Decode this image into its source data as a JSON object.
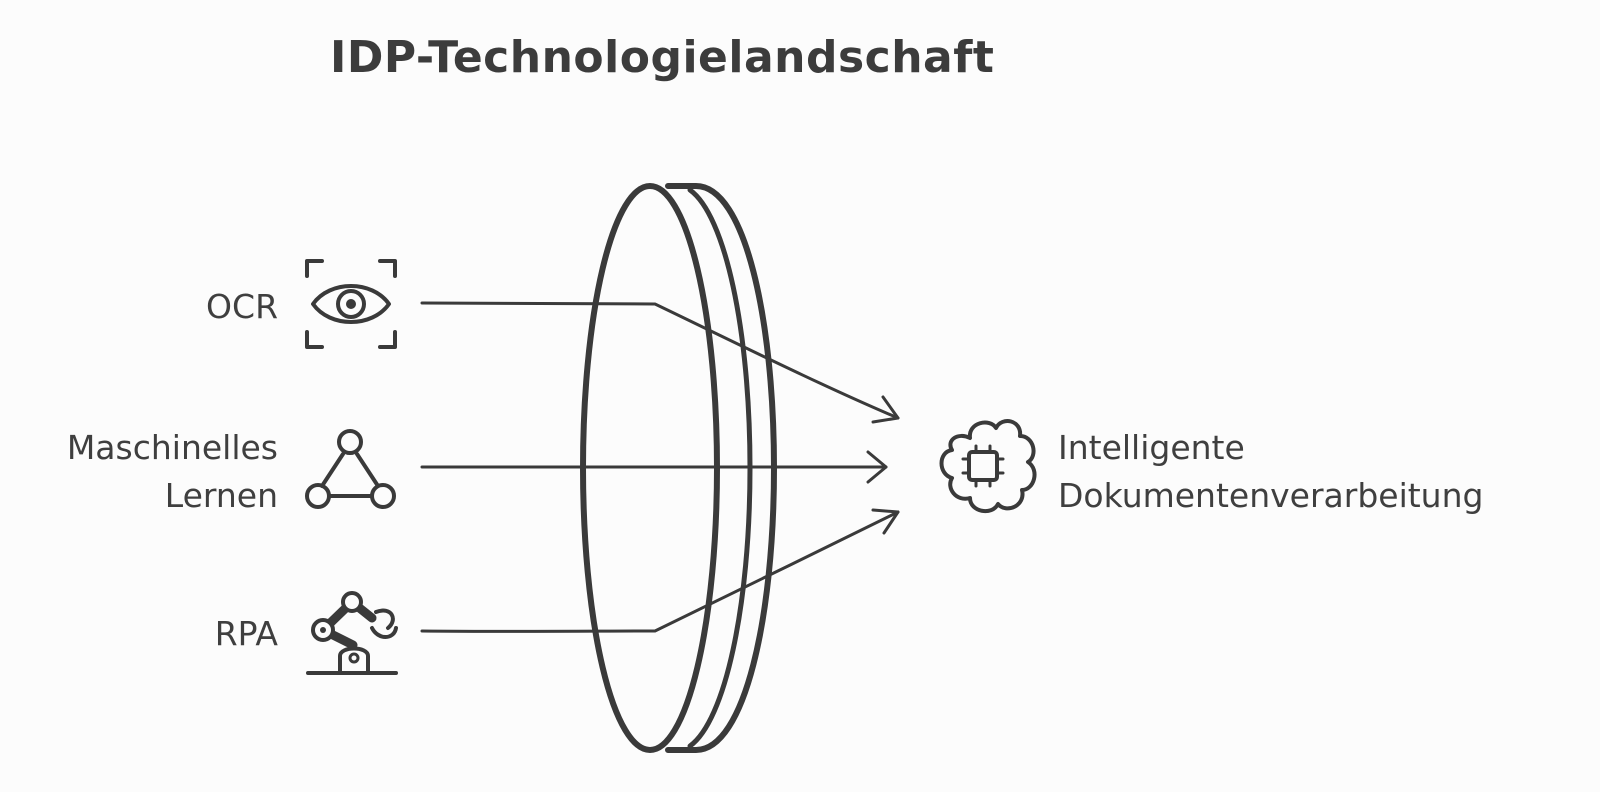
{
  "title": "IDP-Technologielandschaft",
  "inputs": [
    {
      "label": "OCR",
      "icon": "scanning-eye-icon"
    },
    {
      "label_line1": "Maschinelles",
      "label_line2": "Lernen",
      "icon": "network-triangle-icon"
    },
    {
      "label": "RPA",
      "icon": "robot-arm-icon"
    }
  ],
  "lens": {
    "icon": "lens-disc-icon"
  },
  "output": {
    "label_line1": "Intelligente",
    "label_line2": "Dokumentenverarbeitung",
    "icon": "ai-chip-brain-icon"
  },
  "colors": {
    "stroke": "#3a3a3a",
    "text": "#3f3f3f",
    "background": "#fcfcfc"
  }
}
